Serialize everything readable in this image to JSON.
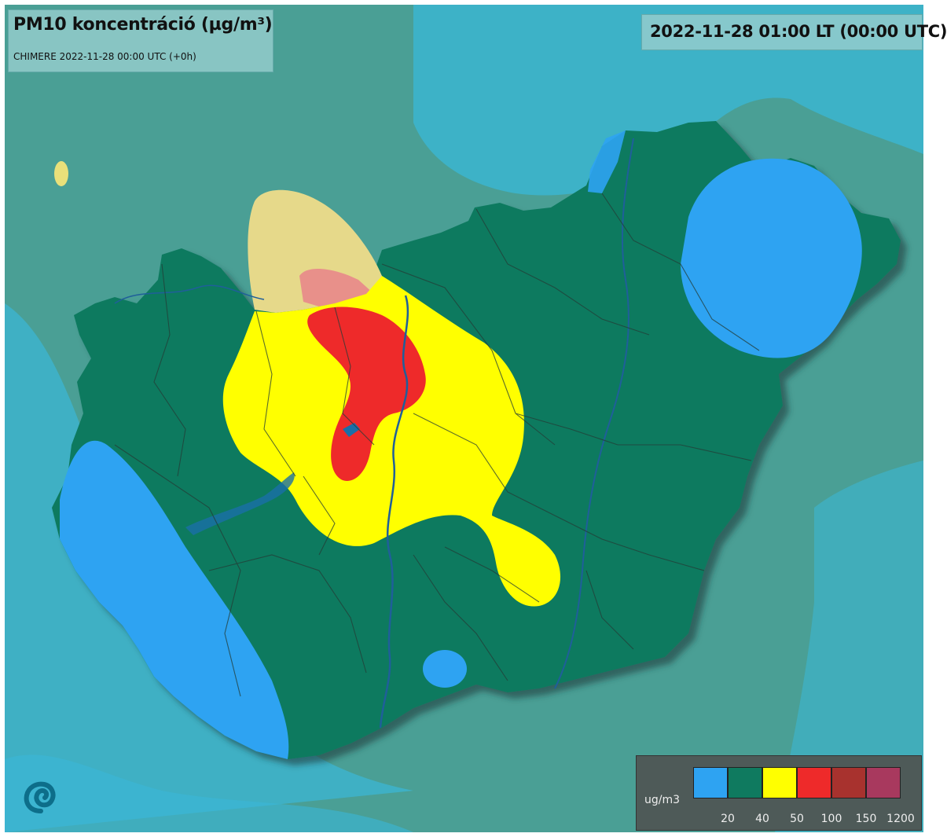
{
  "map": {
    "title": "PM10 koncentráció (µg/m³)",
    "subtitle": "CHIMERE 2022-11-28 00:00 UTC (+0h)",
    "valid_time": "2022-11-28 01:00 LT (00:00 UTC)"
  },
  "legend": {
    "unit": "ug/m3",
    "bins": [
      {
        "color": "#2ea3f2",
        "label": "20"
      },
      {
        "color": "#0f7a5f",
        "label": "40"
      },
      {
        "color": "#ffff00",
        "label": "50"
      },
      {
        "color": "#ee2a2a",
        "label": "100"
      },
      {
        "color": "#a8322e",
        "label": "150"
      },
      {
        "color": "#a8395e",
        "label": "1200"
      }
    ]
  },
  "logo": {
    "icon": "swirl-logo-icon"
  }
}
